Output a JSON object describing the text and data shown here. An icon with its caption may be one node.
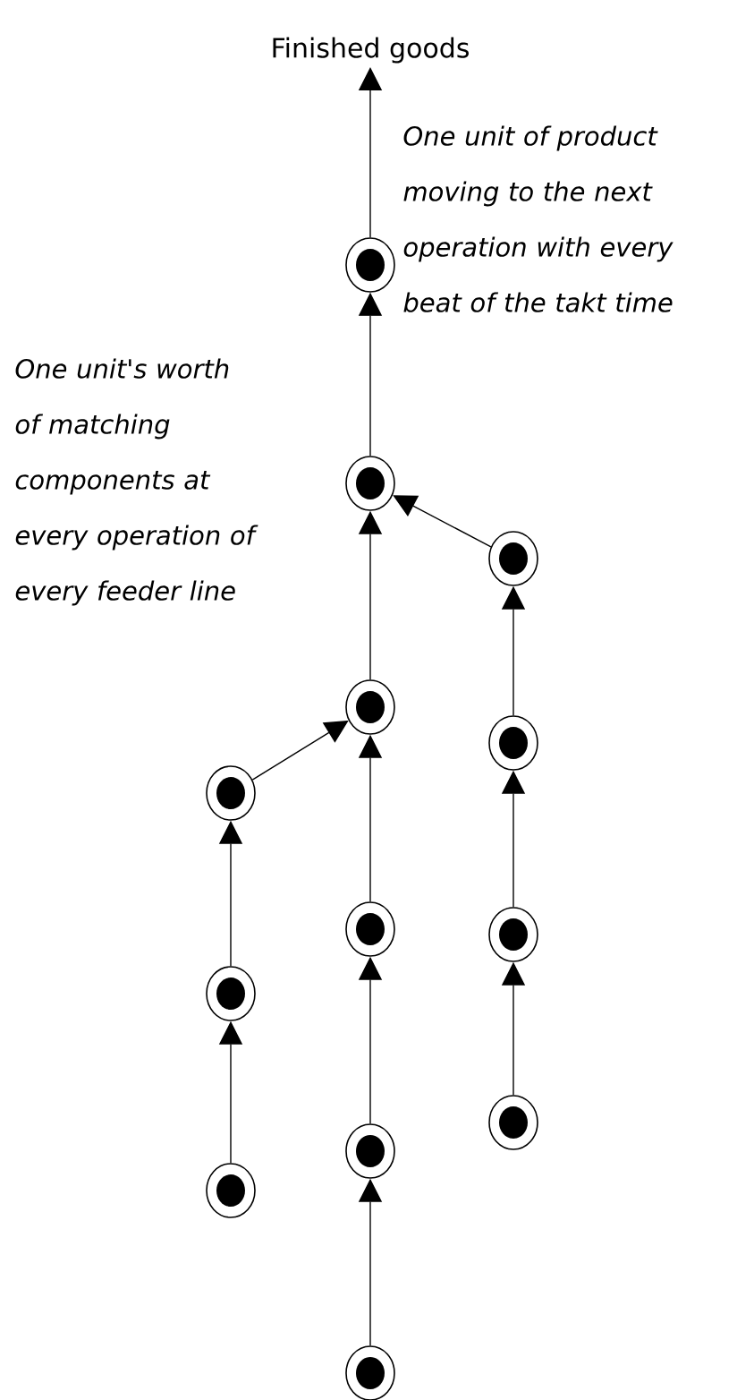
{
  "diagram": {
    "nodes": [
      {
        "text": [
          "Finished goods"
        ]
      },
      {
        "text": [],
        "shape": "circle"
      },
      {
        "text": [],
        "shape": "circle"
      },
      {
        "text": [],
        "shape": "circle"
      },
      {
        "text": [],
        "shape": "circle"
      },
      {
        "text": [],
        "shape": "circle"
      },
      {
        "text": [],
        "shape": "circle"
      },
      {
        "text": [],
        "shape": "circle"
      },
      {
        "text": [],
        "shape": "circle"
      },
      {
        "text": [],
        "shape": "circle"
      },
      {
        "text": [],
        "shape": "circle"
      },
      {
        "text": [],
        "shape": "circle"
      },
      {
        "text": [],
        "shape": "circle"
      },
      {
        "text": [],
        "shape": "circle"
      }
    ],
    "edges": [
      {
        "from": 1,
        "to": 0,
        "arrow": "to"
      },
      {
        "from": 2,
        "to": 1,
        "arrow": "to"
      },
      {
        "from": 3,
        "to": 2,
        "arrow": "to"
      },
      {
        "from": 4,
        "to": 3,
        "arrow": "to"
      },
      {
        "from": 5,
        "to": 4,
        "arrow": "to"
      },
      {
        "from": 6,
        "to": 5,
        "arrow": "to"
      },
      {
        "from": 7,
        "to": 2,
        "arrow": "to"
      },
      {
        "from": 8,
        "to": 7,
        "arrow": "to"
      },
      {
        "from": 9,
        "to": 8,
        "arrow": "to"
      },
      {
        "from": 10,
        "to": 9,
        "arrow": "to"
      },
      {
        "from": 11,
        "to": 3,
        "arrow": "to"
      },
      {
        "from": 12,
        "to": 11,
        "arrow": "to"
      },
      {
        "from": 13,
        "to": 12,
        "arrow": "to"
      }
    ],
    "labels": [
      "One unit of product moving to the next operation with every beat of the takt time",
      "One unit's worth of matching components at every operation of every feeder line"
    ]
  }
}
